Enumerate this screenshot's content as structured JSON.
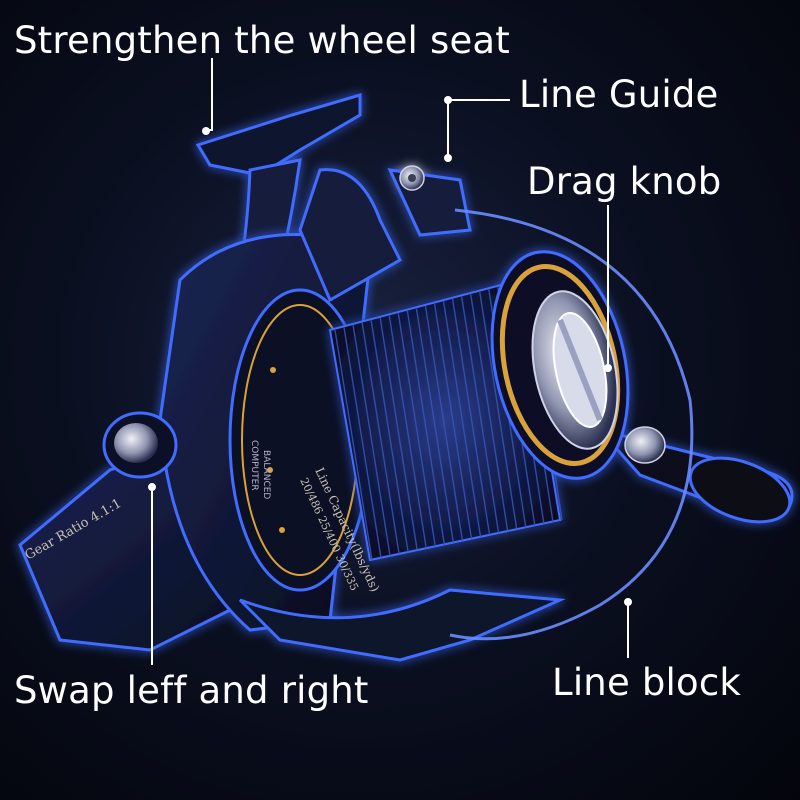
{
  "callouts": {
    "wheel_seat": "Strengthen the wheel seat",
    "line_guide": "Line Guide",
    "drag_knob": "Drag knob",
    "swap_handle": "Swap leff and right",
    "line_block": "Line block"
  },
  "reel_markings": {
    "gear_ratio": "Gear Ratio 4.1:1",
    "line_capacity_title": "Line Capacity(lbs/yds)",
    "capacity_row": "20/486  25/400  30/335",
    "brand_a": "COMPUTER",
    "brand_b": "BALANCED"
  },
  "colors": {
    "background": "#05070f",
    "reel_glow": "#3f6dff",
    "reel_body": "#121a3a",
    "accent_gold": "#d9a23a",
    "label_text": "#ffffff"
  }
}
